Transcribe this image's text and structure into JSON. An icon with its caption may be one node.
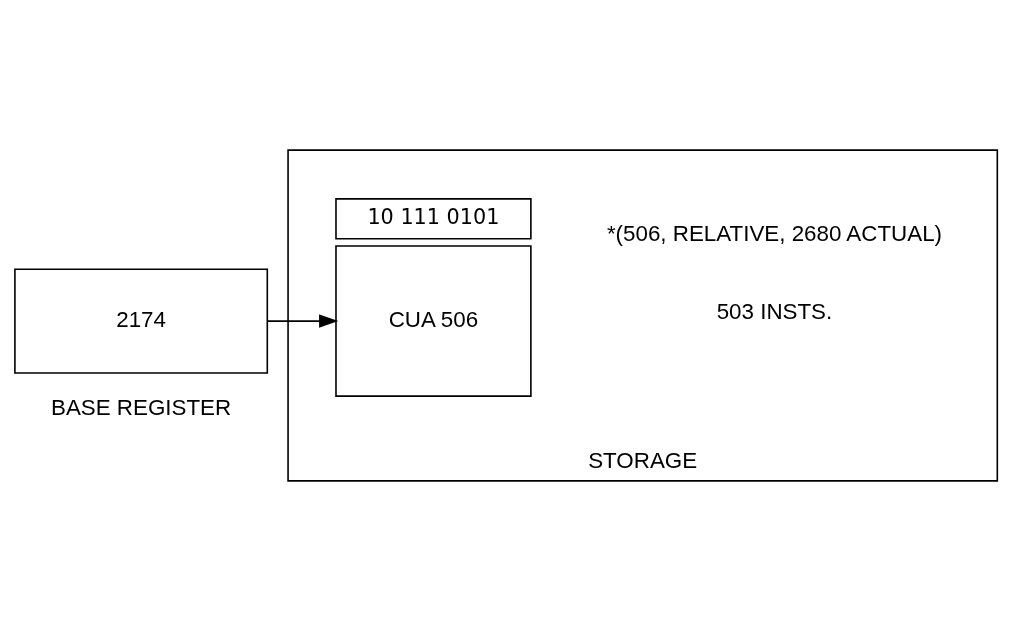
{
  "diagram": {
    "nodes": [
      {
        "text": [
          "2174"
        ],
        "beside": [
          "BASE REGISTER"
        ]
      },
      {
        "text": [
          "STORAGE"
        ]
      },
      {
        "text": [
          "CUA 506"
        ],
        "in": 1
      },
      {
        "text": [
          "10 111 0101"
        ],
        "in": 1
      }
    ],
    "edges": [
      {
        "from": 0,
        "to": 2,
        "arrow": "to"
      }
    ],
    "labels": [
      "503 INSTS.",
      "*(506, RELATIVE, 2680 ACTUAL)"
    ]
  }
}
